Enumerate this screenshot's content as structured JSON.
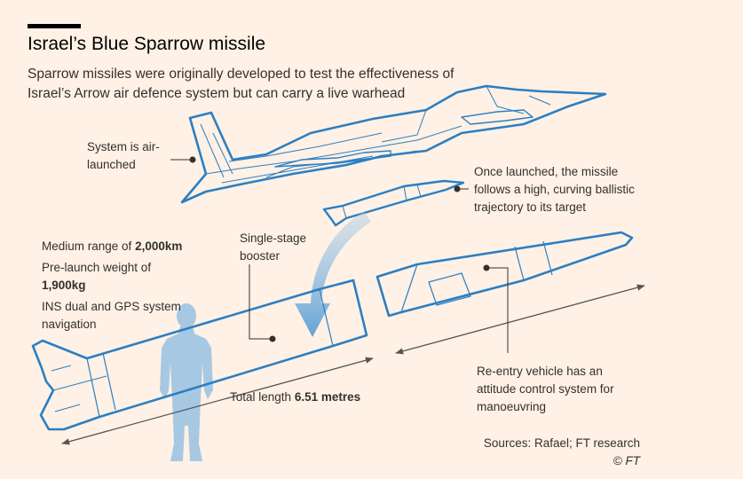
{
  "header": {
    "title": "Israel’s Blue Sparrow missile",
    "subtitle": "Sparrow missiles were originally developed to test the effectiveness of Israel’s Arrow air defence system but can carry a live warhead"
  },
  "labels": {
    "air_launched": "System is air-launched",
    "trajectory": "Once launched, the missile follows a high, curving ballistic trajectory to its target",
    "range_prefix": "Medium range of ",
    "range_value": "2,000km",
    "weight_prefix": "Pre-launch weight of",
    "weight_value": "1,900kg",
    "navigation": "INS dual and GPS system navigation",
    "booster": "Single-stage booster",
    "length_prefix": "Total length ",
    "length_value": "6.51 metres",
    "reentry": "Re-entry vehicle has an attitude control system for manoeuvring"
  },
  "footer": {
    "sources": "Sources: Rafael; FT research",
    "credit": "© FT"
  },
  "colors": {
    "background": "#fff1e5",
    "outline_blue": "#2b7fc3",
    "figure_blue": "#a6c8e3",
    "text": "#33302e",
    "arrow_blue": "#7fb2d9"
  }
}
